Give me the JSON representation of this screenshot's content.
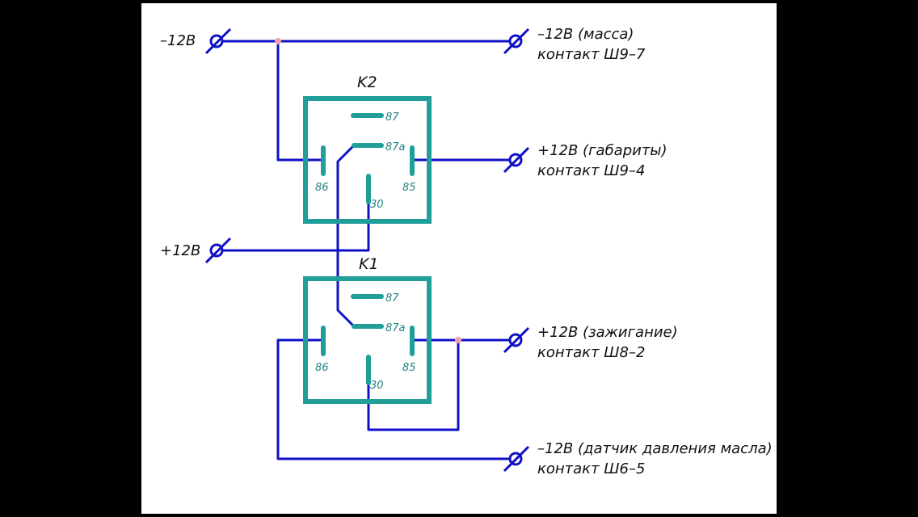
{
  "colors": {
    "wire": "#1010c8",
    "relay": "#1f9e9a",
    "junction": "#f0a0a8",
    "background": "#ffffff",
    "frame": "#000000"
  },
  "relays": {
    "k2": {
      "name": "K2",
      "pins": {
        "p87": "87",
        "p87a": "87a",
        "p86": "86",
        "p85": "85",
        "p30": "30"
      }
    },
    "k1": {
      "name": "K1",
      "pins": {
        "p87": "87",
        "p87a": "87a",
        "p86": "86",
        "p85": "85",
        "p30": "30"
      }
    }
  },
  "terminals": {
    "minus12_left": {
      "label": "–12В"
    },
    "plus12_left": {
      "label": "+12В"
    },
    "massa": {
      "line1": "–12В (масса)",
      "line2": "контакт Ш9–7"
    },
    "gabarity": {
      "line1": "+12В (габариты)",
      "line2": "контакт Ш9–4"
    },
    "zazhiganie": {
      "line1": "+12В (зажигание)",
      "line2": "контакт Ш8–2"
    },
    "datchik": {
      "line1": "–12В (датчик давления масла)",
      "line2": "контакт Ш6–5"
    }
  }
}
